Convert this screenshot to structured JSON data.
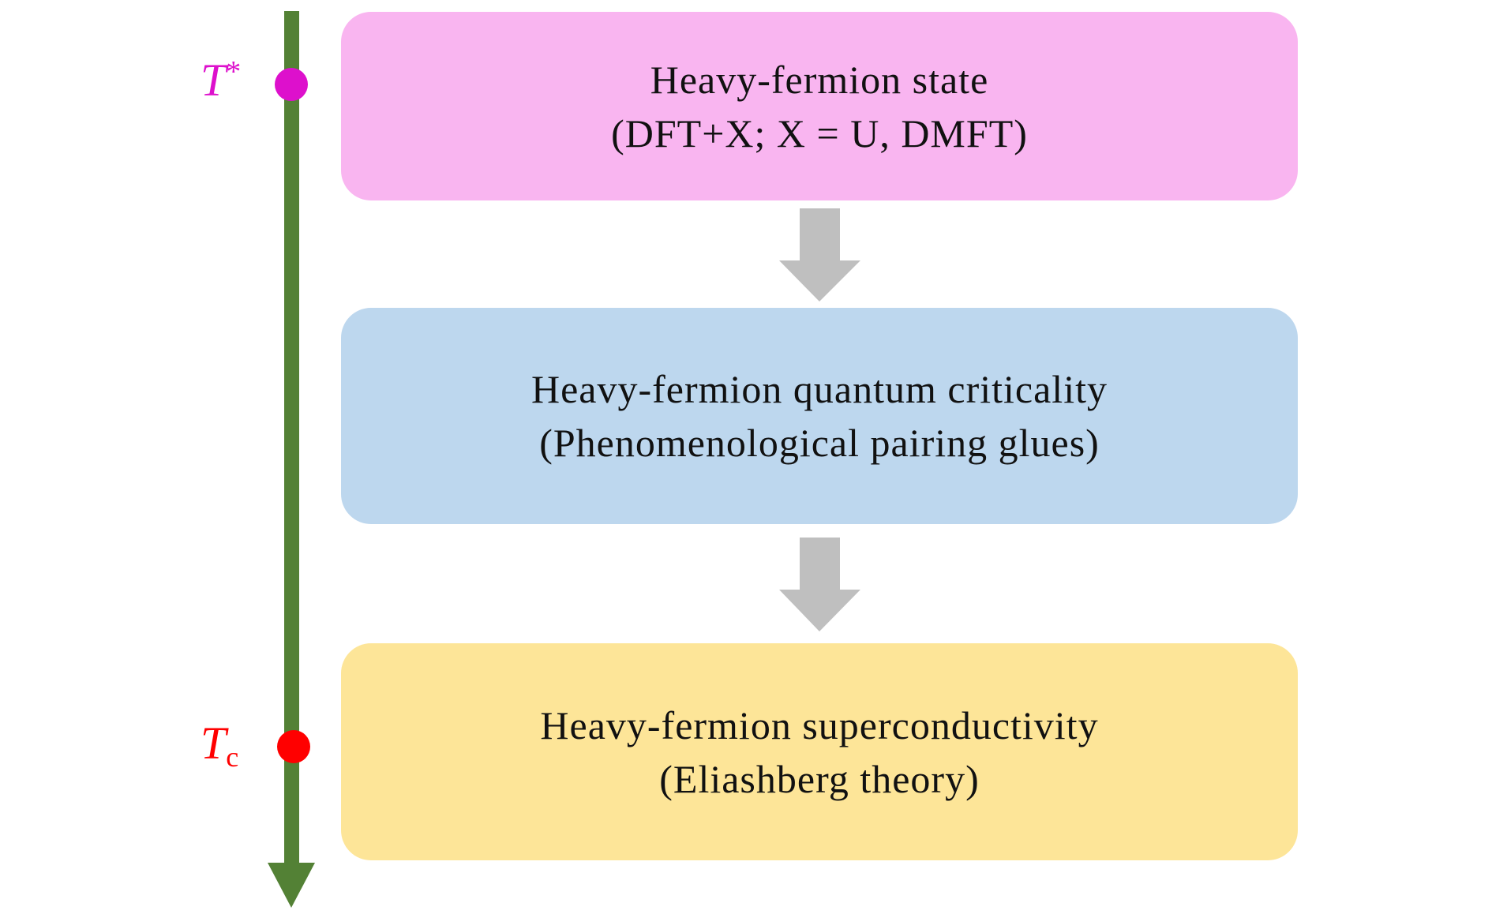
{
  "colors": {
    "axis": "#538135",
    "arrow": "#BFBFBF",
    "box1": "#F9B5F0",
    "box2": "#BDD7EE",
    "box3": "#FDE598",
    "t_star": "#DD10CC",
    "t_c": "#FF0000"
  },
  "axis_labels": {
    "t_star_main": "T",
    "t_star_sup": "*",
    "t_c_main": "T",
    "t_c_sub": "c"
  },
  "boxes": [
    {
      "line1": "Heavy-fermion state",
      "line2": "(DFT+X; X = U, DMFT)"
    },
    {
      "line1": "Heavy-fermion quantum criticality",
      "line2": "(Phenomenological pairing glues)"
    },
    {
      "line1": "Heavy-fermion superconductivity",
      "line2": "(Eliashberg theory)"
    }
  ]
}
